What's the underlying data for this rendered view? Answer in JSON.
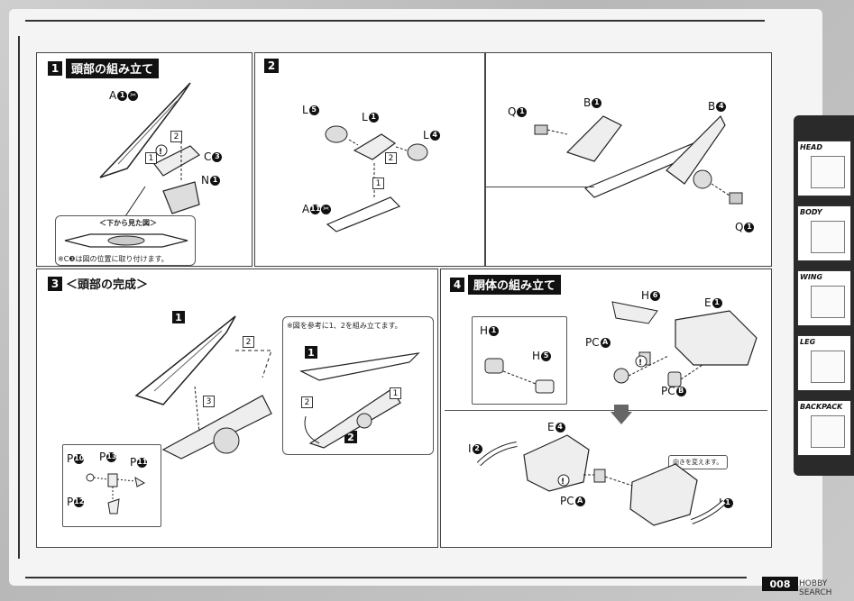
{
  "steps": {
    "s1": {
      "num": "1",
      "title": "頭部の組み立て"
    },
    "s2": {
      "num": "2"
    },
    "s3": {
      "num": "3",
      "title": "＜頭部の完成＞"
    },
    "s4": {
      "num": "4",
      "title": "胴体の組み立て"
    }
  },
  "parts": {
    "p1_A": {
      "letter": "A",
      "n": "1"
    },
    "p1_C": {
      "letter": "C",
      "n": "3"
    },
    "p1_N": {
      "letter": "N",
      "n": "1"
    },
    "p2_L5": {
      "letter": "L",
      "n": "5"
    },
    "p2_L1": {
      "letter": "L",
      "n": "1"
    },
    "p2_L4": {
      "letter": "L",
      "n": "4"
    },
    "p2_A": {
      "letter": "A",
      "n": "11"
    },
    "p2_Q1a": {
      "letter": "Q",
      "n": "1"
    },
    "p2_B1": {
      "letter": "B",
      "n": "1"
    },
    "p2_B4": {
      "letter": "B",
      "n": "4"
    },
    "p2_Q1b": {
      "letter": "Q",
      "n": "1"
    },
    "p3_P10": {
      "letter": "P",
      "n": "10"
    },
    "p3_P13": {
      "letter": "P",
      "n": "13"
    },
    "p3_P11": {
      "letter": "P",
      "n": "11"
    },
    "p3_P12": {
      "letter": "P",
      "n": "12"
    },
    "p4_H1": {
      "letter": "H",
      "n": "1"
    },
    "p4_H5": {
      "letter": "H",
      "n": "5"
    },
    "p4_H6": {
      "letter": "H",
      "n": "6"
    },
    "p4_E1": {
      "letter": "E",
      "n": "1"
    },
    "p4_PCA": {
      "letter": "PC",
      "n": "A"
    },
    "p4_PCB": {
      "letter": "PC",
      "n": "B"
    },
    "p4_E4": {
      "letter": "E",
      "n": "4"
    },
    "p4_I2": {
      "letter": "I",
      "n": "2"
    },
    "p4_PCA2": {
      "letter": "PC",
      "n": "A"
    },
    "p4_I1": {
      "letter": "I",
      "n": "1"
    }
  },
  "notes": {
    "bottom_view": "＜下から見た図＞",
    "bottom_note": "※C❸は図の位置に取り付けます。",
    "ref_note": "※図を参考に1、2を組み立てます。",
    "direction_note": "向きを変えます。"
  },
  "order_marks": [
    "1",
    "2",
    "3"
  ],
  "side_tabs": [
    "HEAD",
    "BODY",
    "WING",
    "LEG",
    "BACKPACK"
  ],
  "page_number": "008",
  "watermark": "HOBBY SEARCH"
}
